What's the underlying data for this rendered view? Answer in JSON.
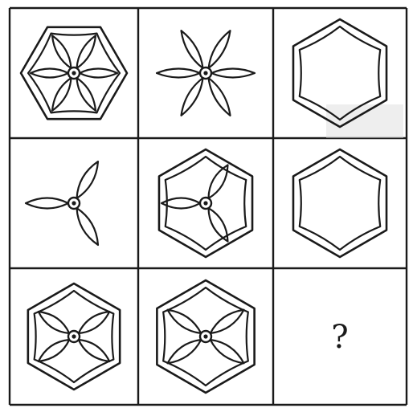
{
  "puzzle": {
    "question_mark": "?",
    "cells": [
      {
        "row": 1,
        "col": 1,
        "hexagon": true,
        "petals": 6
      },
      {
        "row": 1,
        "col": 2,
        "hexagon": false,
        "petals": 6
      },
      {
        "row": 1,
        "col": 3,
        "hexagon": true,
        "petals": 0
      },
      {
        "row": 2,
        "col": 1,
        "hexagon": false,
        "petals": 3
      },
      {
        "row": 2,
        "col": 2,
        "hexagon": true,
        "petals": 3
      },
      {
        "row": 2,
        "col": 3,
        "hexagon": true,
        "petals": 0
      },
      {
        "row": 3,
        "col": 1,
        "hexagon": true,
        "petals": 4
      },
      {
        "row": 3,
        "col": 2,
        "hexagon": true,
        "petals": 4
      },
      {
        "row": 3,
        "col": 3,
        "hexagon": false,
        "petals": 0,
        "unknown": true
      }
    ]
  },
  "colors": {
    "ink": "#1a1a1a",
    "paper": "#ffffff",
    "smudge": "#d9d9d9"
  }
}
